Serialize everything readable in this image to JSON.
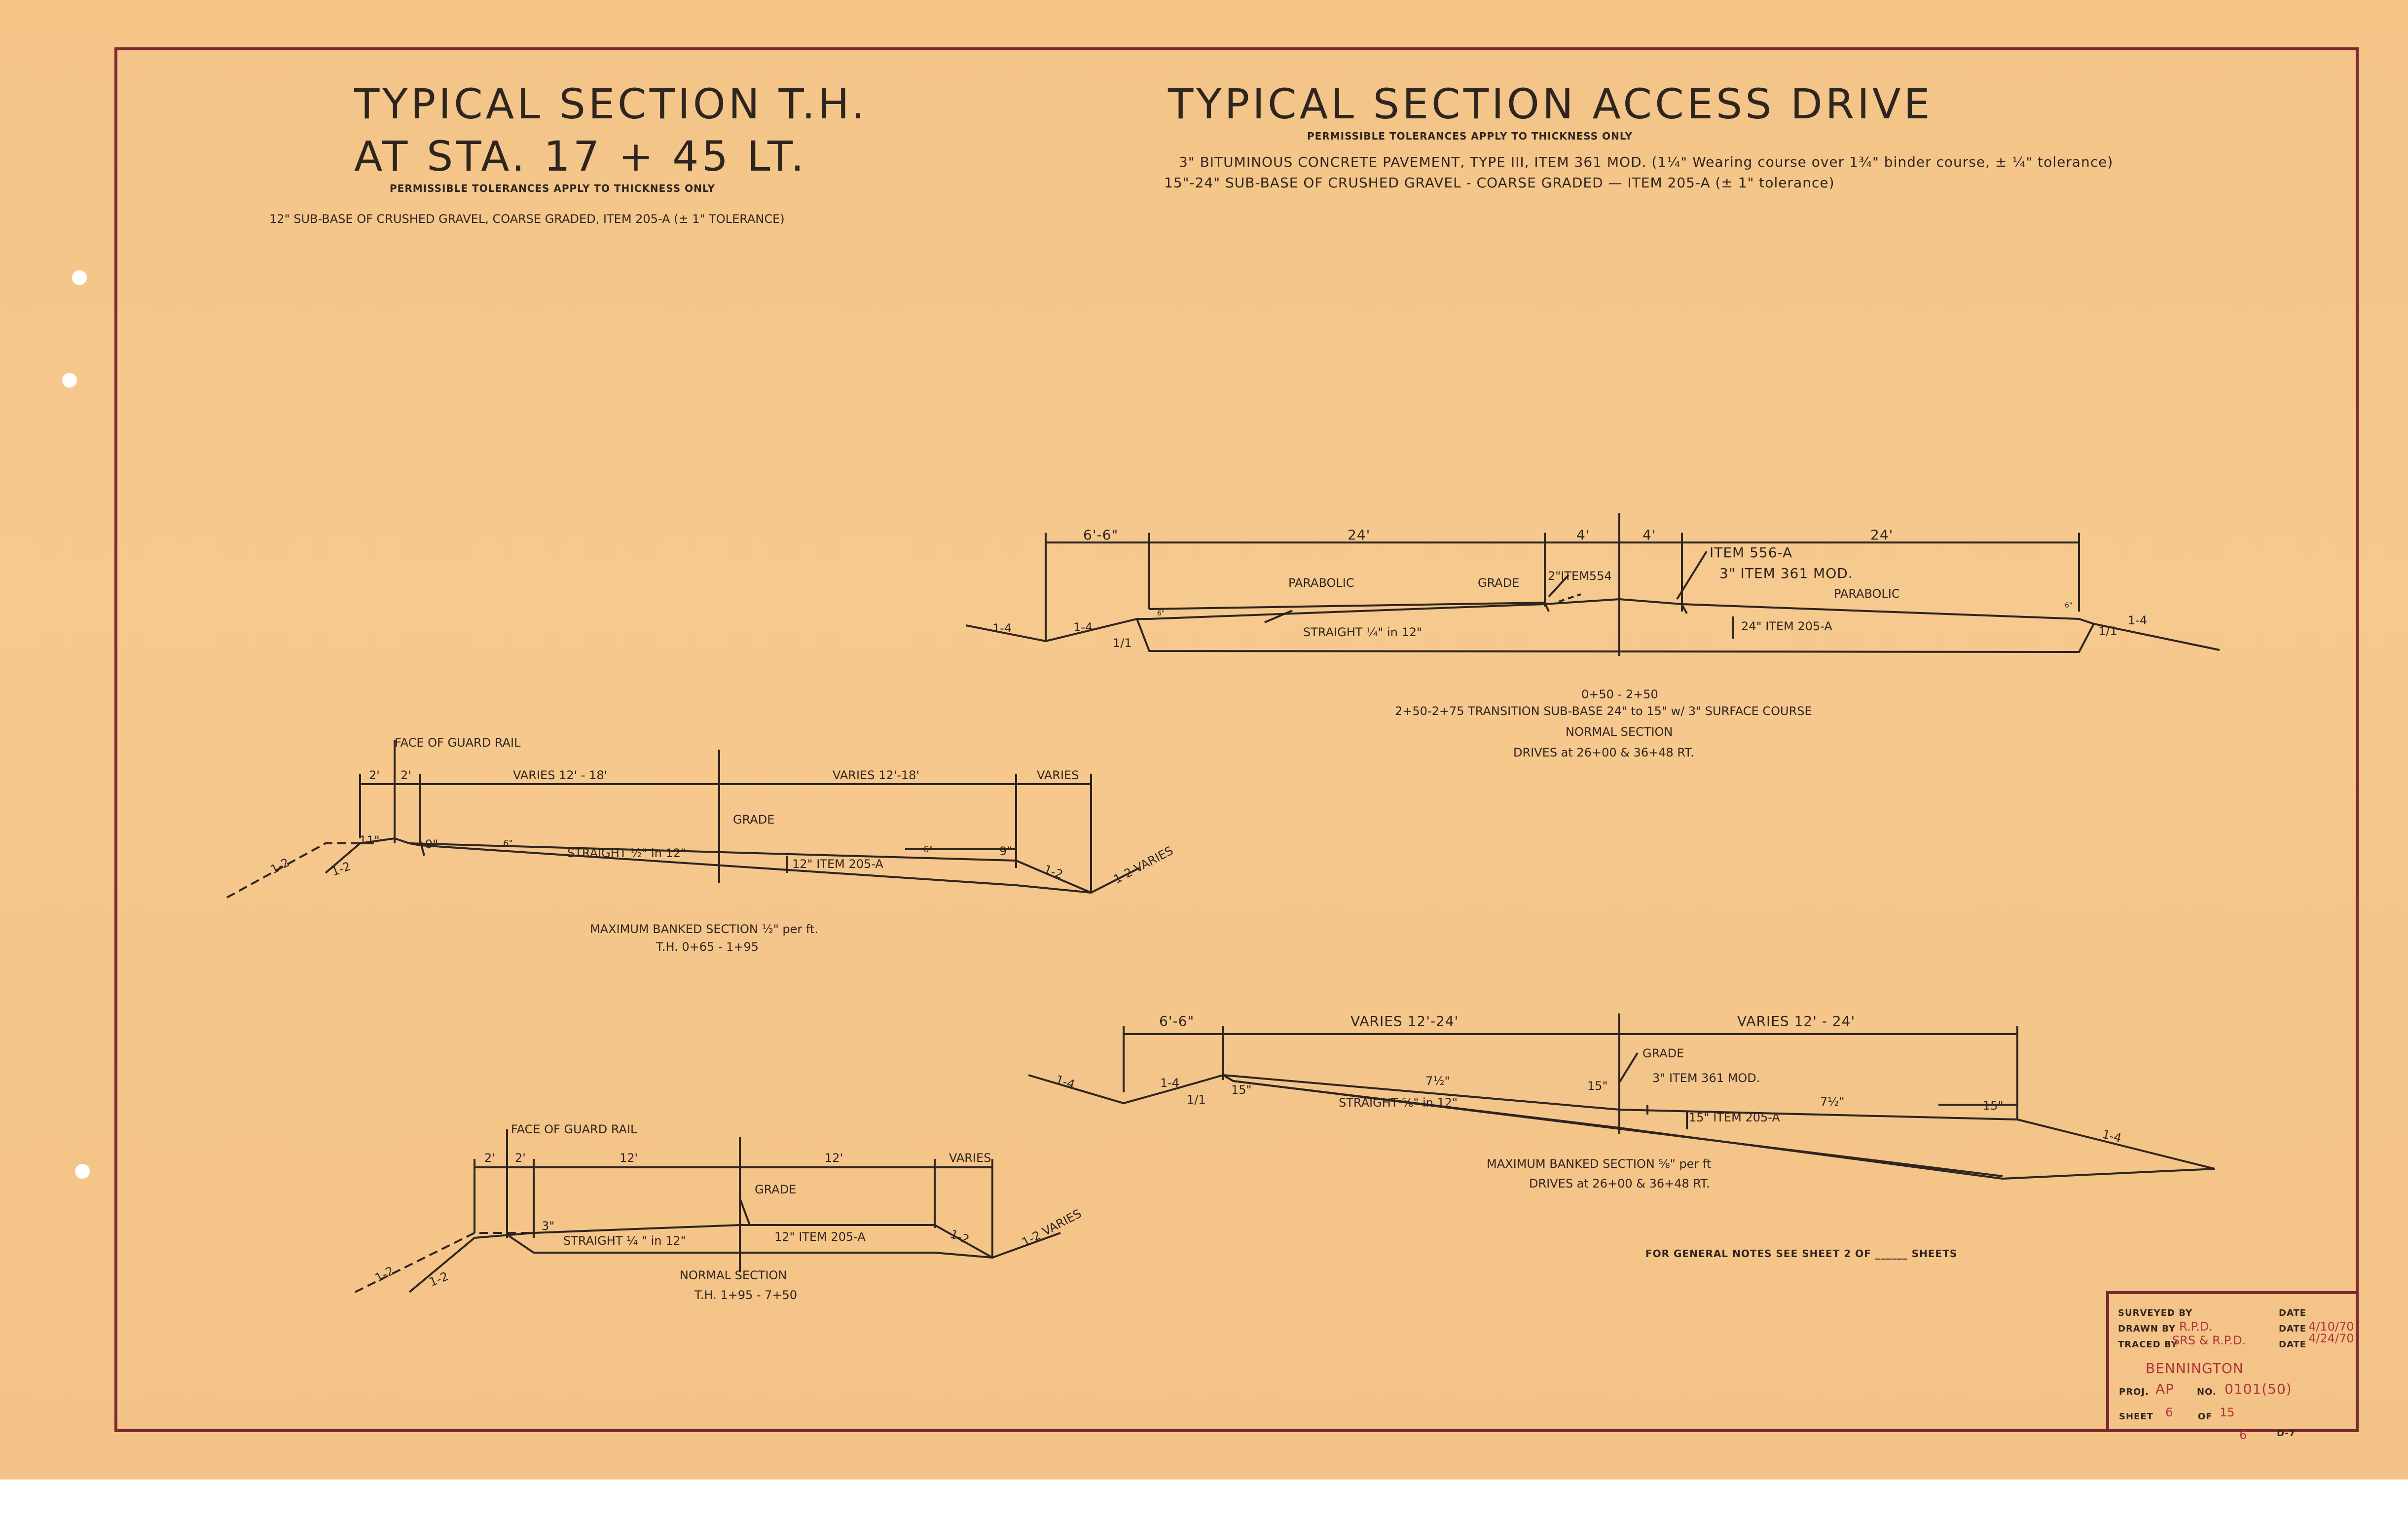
{
  "titles": {
    "left_line1": "TYPICAL  SECTION  T.H.",
    "left_line2": "AT  STA.  17 + 45  LT.",
    "left_tolerance": "PERMISSIBLE TOLERANCES APPLY TO THICKNESS ONLY",
    "left_subbase": "12\" SUB-BASE OF CRUSHED GRAVEL, COARSE GRADED,  ITEM 205-A (± 1\" TOLERANCE)",
    "right": "TYPICAL  SECTION  ACCESS  DRIVE",
    "right_tolerance": "PERMISSIBLE TOLERANCES APPLY TO THICKNESS ONLY",
    "right_note1": "3\" BITUMINOUS  CONCRETE  PAVEMENT,  TYPE III,  ITEM 361 MOD.  (1¼\" Wearing course over 1¾\" binder course,  ± ¼\" tolerance)",
    "right_note2": "15\"-24\"  SUB-BASE OF CRUSHED GRAVEL - COARSE GRADED  —  ITEM  205-A  (± 1\" tolerance)"
  },
  "access_normal": {
    "dims": [
      "6'-6\"",
      "24'",
      "4'",
      "4'",
      "24'"
    ],
    "labels": {
      "item556": "ITEM 556-A",
      "item361": "3\" ITEM 361 MOD.",
      "parabolic_left": "PARABOLIC",
      "parabolic_right": "PARABOLIC",
      "grade": "GRADE",
      "item554": "2\"ITEM554",
      "straight": "STRAIGHT  ¼\" in 12\"",
      "item205": "24\" ITEM 205-A",
      "six_left": "6\"",
      "six_right": "6\"",
      "slope_14_left": "1-4",
      "slope_14_inner": "1-4",
      "slope_11_left": "1/1",
      "slope_11_right": "1/1",
      "slope_14_right": "1-4"
    },
    "caption": [
      "0+50 - 2+50",
      "2+50-2+75  TRANSITION  SUB-BASE  24\" to 15\"  w/ 3\"  SURFACE COURSE",
      "NORMAL  SECTION",
      "DRIVES  at  26+00  &  36+48  RT."
    ]
  },
  "th_banked": {
    "face_guard": "FACE OF  GUARD RAIL",
    "dims": [
      "2'",
      "2'",
      "VARIES  12' - 18'",
      "VARIES  12'-18'",
      "VARIES"
    ],
    "labels": {
      "grade": "GRADE",
      "eleven": "11\"",
      "nine_left": "9\"",
      "six_left": "6\"",
      "straight": "STRAIGHT  ½\"  in 12\"",
      "item205": "12\"  ITEM  205-A",
      "six_right": "6\"",
      "nine_right": "9\"",
      "slope_12_a": "1-2",
      "slope_12_b": "1-2",
      "slope_12_c": "1-2",
      "slope_12_varies": "1-2 VARIES"
    },
    "caption": [
      "MAXIMUM  BANKED  SECTION  ½\"  per ft.",
      "T.H.  0+65 -  1+95"
    ]
  },
  "th_normal": {
    "face_guard": "FACE OF GUARD RAIL",
    "dims": [
      "2'",
      "2'",
      "12'",
      "12'",
      "VARIES"
    ],
    "labels": {
      "grade": "GRADE",
      "three": "3\"",
      "straight": "STRAIGHT  ¼ \"  in 12\"",
      "item205": "12\"  ITEM  205-A",
      "slope_12_a": "1-2",
      "slope_12_b": "1-2",
      "slope_12_c": "1-2",
      "slope_12_varies": "1-2 VARIES"
    },
    "caption": [
      "NORMAL    SECTION",
      "T.H. 1+95 - 7+50"
    ]
  },
  "access_banked": {
    "dims": [
      "6'-6\"",
      "VARIES  12'-24'",
      "VARIES  12' - 24'"
    ],
    "labels": {
      "grade": "GRADE",
      "item361": "3\"  ITEM 361 MOD.",
      "seven_half_left": "7½\"",
      "seven_half_right": "7½\"",
      "fifteen_left": "15\"",
      "fifteen_mid": "15\"",
      "fifteen_right": "15\"",
      "straight": "STRAIGHT  ⅝\"  in 12\"",
      "item205": "15\"  ITEM  205-A",
      "slope_14_a": "1-4",
      "slope_14_b": "1-4",
      "slope_11": "1/1",
      "slope_14_right": "1-4"
    },
    "caption": [
      "MAXIMUM  BANKED  SECTION  ⅝\"  per ft",
      "DRIVES  at  26+00  &  36+48  RT."
    ]
  },
  "general_notes": "FOR  GENERAL  NOTES  SEE  SHEET  2  OF ______ SHEETS",
  "title_block": {
    "surveyed_label": "SURVEYED  BY",
    "drawn_label": "DRAWN  BY",
    "drawn_value": "R.P.D.",
    "traced_label": "TRACED  BY",
    "traced_value": "SRS & R.P.D.",
    "date_label_1": "DATE",
    "date_label_2": "DATE",
    "date_value_2": "4/10/70",
    "date_label_3": "DATE",
    "date_value_3": "4/24/70",
    "town": "BENNINGTON",
    "proj_label": "PROJ.",
    "proj_value": "AP",
    "no_label": "NO.",
    "no_value": "0101(50)",
    "sheet_label": "SHEET",
    "sheet_value": "6",
    "of_label": "OF",
    "of_value": "15",
    "corner_mark": "6",
    "corner_code": "D-7"
  },
  "colors": {
    "paper": "#f4c487",
    "border": "#7a2a30",
    "ink": "#2f2520",
    "red_ink": "#b0343a"
  }
}
